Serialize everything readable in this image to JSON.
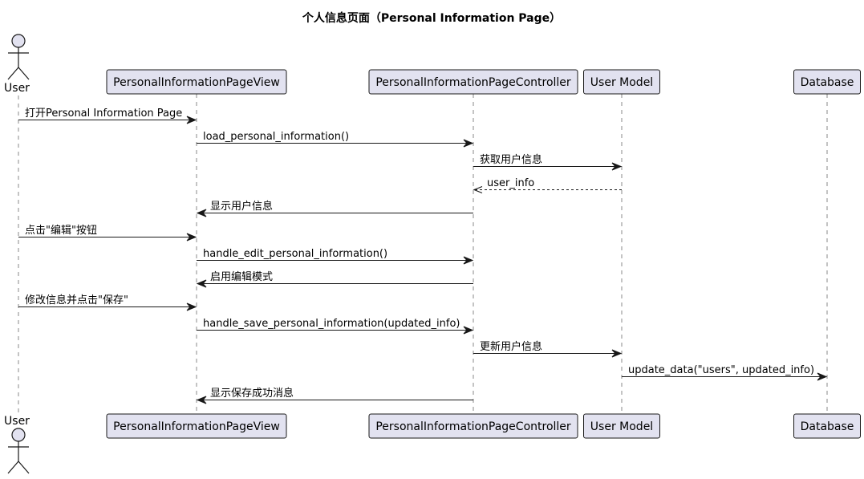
{
  "title": "个人信息页面（Personal Information Page）",
  "participants": [
    {
      "id": "user",
      "label": "User",
      "kind": "actor"
    },
    {
      "id": "view",
      "label": "PersonalInformationPageView",
      "kind": "participant"
    },
    {
      "id": "controller",
      "label": "PersonalInformationPageController",
      "kind": "participant"
    },
    {
      "id": "model",
      "label": "User Model",
      "kind": "participant"
    },
    {
      "id": "db",
      "label": "Database",
      "kind": "participant"
    }
  ],
  "messages": [
    {
      "from": "user",
      "to": "view",
      "label": "打开Personal Information Page",
      "style": "sync"
    },
    {
      "from": "view",
      "to": "controller",
      "label": "load_personal_information()",
      "style": "sync"
    },
    {
      "from": "controller",
      "to": "model",
      "label": "获取用户信息",
      "style": "sync"
    },
    {
      "from": "model",
      "to": "controller",
      "label": "user_info",
      "style": "return"
    },
    {
      "from": "controller",
      "to": "view",
      "label": "显示用户信息",
      "style": "sync"
    },
    {
      "from": "user",
      "to": "view",
      "label": "点击\"编辑\"按钮",
      "style": "sync"
    },
    {
      "from": "view",
      "to": "controller",
      "label": "handle_edit_personal_information()",
      "style": "sync"
    },
    {
      "from": "controller",
      "to": "view",
      "label": "启用编辑模式",
      "style": "sync"
    },
    {
      "from": "user",
      "to": "view",
      "label": "修改信息并点击\"保存\"",
      "style": "sync"
    },
    {
      "from": "view",
      "to": "controller",
      "label": "handle_save_personal_information(updated_info)",
      "style": "sync"
    },
    {
      "from": "controller",
      "to": "model",
      "label": "更新用户信息",
      "style": "sync"
    },
    {
      "from": "model",
      "to": "db",
      "label": "update_data(\"users\", updated_info)",
      "style": "sync"
    },
    {
      "from": "controller",
      "to": "view",
      "label": "显示保存成功消息",
      "style": "sync"
    }
  ]
}
